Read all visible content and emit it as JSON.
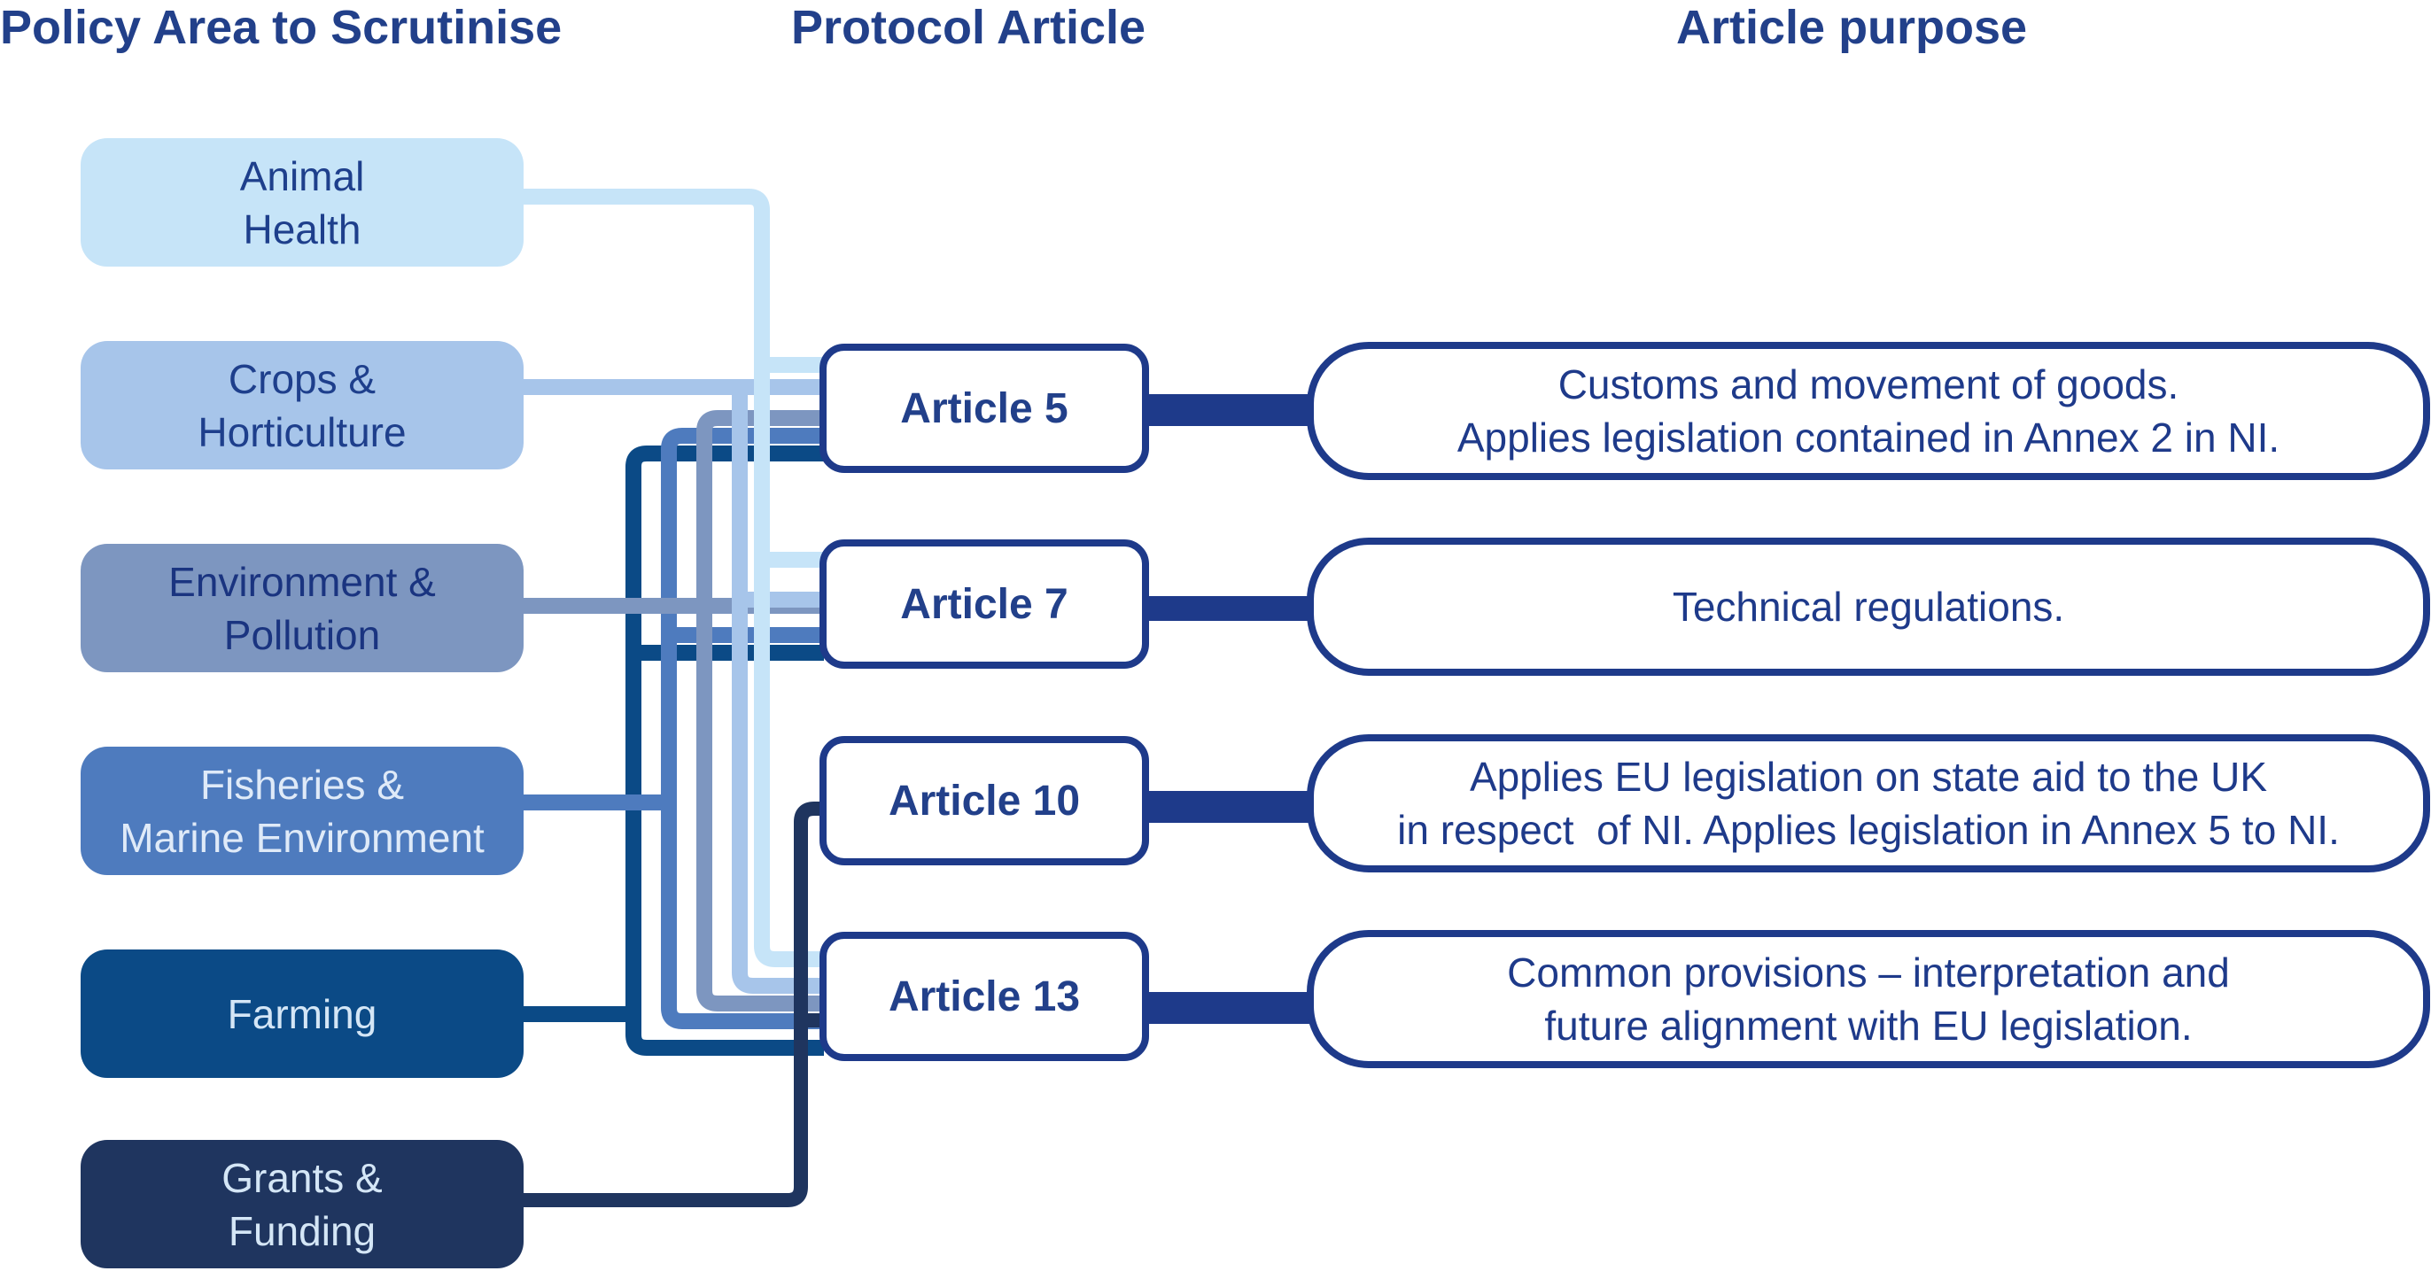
{
  "headers": {
    "policy_area": "Policy Area to Scrutinise",
    "protocol_article": "Protocol Article",
    "article_purpose": "Article purpose"
  },
  "policy_areas": [
    {
      "lines": [
        "Animal",
        "Health"
      ],
      "color": "#c6e4f8",
      "text_color": "#1e3f8c"
    },
    {
      "lines": [
        "Crops &",
        "Horticulture"
      ],
      "color": "#a7c5ea",
      "text_color": "#1e3f8c"
    },
    {
      "lines": [
        "Environment &",
        "Pollution"
      ],
      "color": "#7d96c0",
      "text_color": "#1a3480"
    },
    {
      "lines": [
        "Fisheries &",
        "Marine Environment"
      ],
      "color": "#4e7bbe",
      "text_color": "#dfeaf8"
    },
    {
      "lines": [
        "Farming"
      ],
      "color": "#0b4a86",
      "text_color": "#d4e6f6"
    },
    {
      "lines": [
        "Grants &",
        "Funding"
      ],
      "color": "#1f355f",
      "text_color": "#d4e6f6"
    }
  ],
  "articles": [
    "Article 5",
    "Article 7",
    "Article 10",
    "Article 13"
  ],
  "purposes": [
    [
      "Customs and movement of goods.",
      "Applies legislation contained in Annex 2 in NI."
    ],
    [
      "Technical regulations."
    ],
    [
      "Applies EU legislation on state aid to the UK",
      "in respect  of NI. Applies legislation in Annex 5 to NI."
    ],
    [
      "Common provisions – interpretation and",
      "future alignment with EU legislation."
    ]
  ],
  "links": [
    {
      "from": "Animal Health",
      "to": [
        "Article 5",
        "Article 7",
        "Article 13"
      ]
    },
    {
      "from": "Crops & Horticulture",
      "to": [
        "Article 5",
        "Article 7",
        "Article 13"
      ]
    },
    {
      "from": "Environment & Pollution",
      "to": [
        "Article 5",
        "Article 7",
        "Article 13"
      ]
    },
    {
      "from": "Fisheries & Marine Environment",
      "to": [
        "Article 5",
        "Article 7",
        "Article 13"
      ]
    },
    {
      "from": "Farming",
      "to": [
        "Article 5",
        "Article 7",
        "Article 13"
      ]
    },
    {
      "from": "Grants & Funding",
      "to": [
        "Article 10",
        "Article 13"
      ]
    }
  ],
  "colors": {
    "header": "#22408a",
    "article_border": "#1e3a8a",
    "purpose_border": "#1e3a8a"
  }
}
